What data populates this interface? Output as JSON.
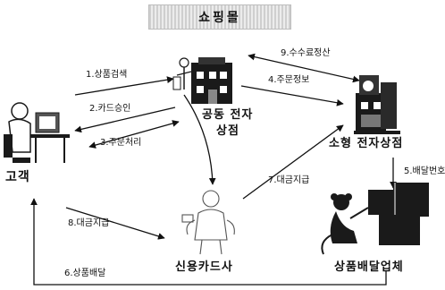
{
  "title": "쇼핑몰",
  "nodes": {
    "customer": {
      "label": "고객",
      "icon": "customer-at-computer-icon"
    },
    "mall": {
      "label_line1": "공동 전자",
      "label_line2": "상점",
      "icon": "shopping-mall-building-icon"
    },
    "small_store": {
      "label": "소형 전자상점",
      "icon": "small-store-building-icon"
    },
    "card_company": {
      "label": "신용카드사",
      "icon": "card-company-person-icon"
    },
    "delivery": {
      "label": "상품배달업체",
      "icon": "delivery-boxes-icon"
    }
  },
  "edges": {
    "e1": "1.상품검색",
    "e2": "2.카드승인",
    "e3": "3.주문처리",
    "e4": "4.주문정보",
    "e5": "5.배달번호",
    "e6": "6.상품배달",
    "e7": "7.대금지급",
    "e8": "8.대금지급",
    "e9": "9.수수료정산"
  },
  "colors": {
    "line": "#111111",
    "fill": "#1a1a1a",
    "banner": "#d9d9d9"
  }
}
